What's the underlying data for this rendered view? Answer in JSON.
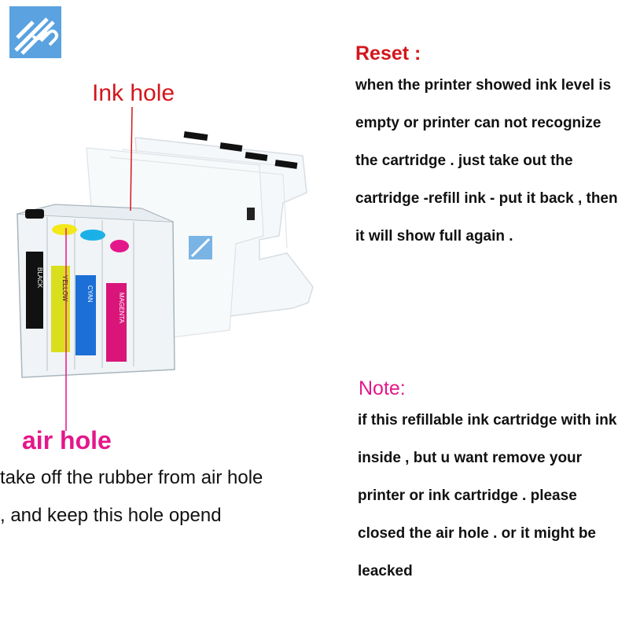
{
  "logo": {
    "name": "up-logo"
  },
  "labels": {
    "ink_hole": "Ink hole",
    "air_hole": "air hole"
  },
  "air_instructions": [
    "take off the rubber from air hole",
    ", and keep this hole opend"
  ],
  "reset": {
    "title": "Reset :",
    "lines": [
      "when the printer showed ink level is",
      "empty or printer can not recognize",
      "the cartridge . just take out the",
      "cartridge -refill ink - put it back , then",
      "it will show full again ."
    ]
  },
  "note": {
    "title": "Note:",
    "lines": [
      "if this refillable ink cartridge with ink",
      "inside , but u want remove your",
      "printer or ink cartridge . please",
      "closed the air hole . or it might be",
      "leacked"
    ]
  },
  "cartridges": [
    {
      "label": "BLACK",
      "color": "#111111"
    },
    {
      "label": "YELLOW",
      "color": "#f2e81a"
    },
    {
      "label": "CYAN",
      "color": "#1b6fd6"
    },
    {
      "label": "MAGENTA",
      "color": "#d9157a"
    }
  ],
  "colors": {
    "red": "#d3161c",
    "pink": "#e4178a",
    "text": "#111111"
  }
}
